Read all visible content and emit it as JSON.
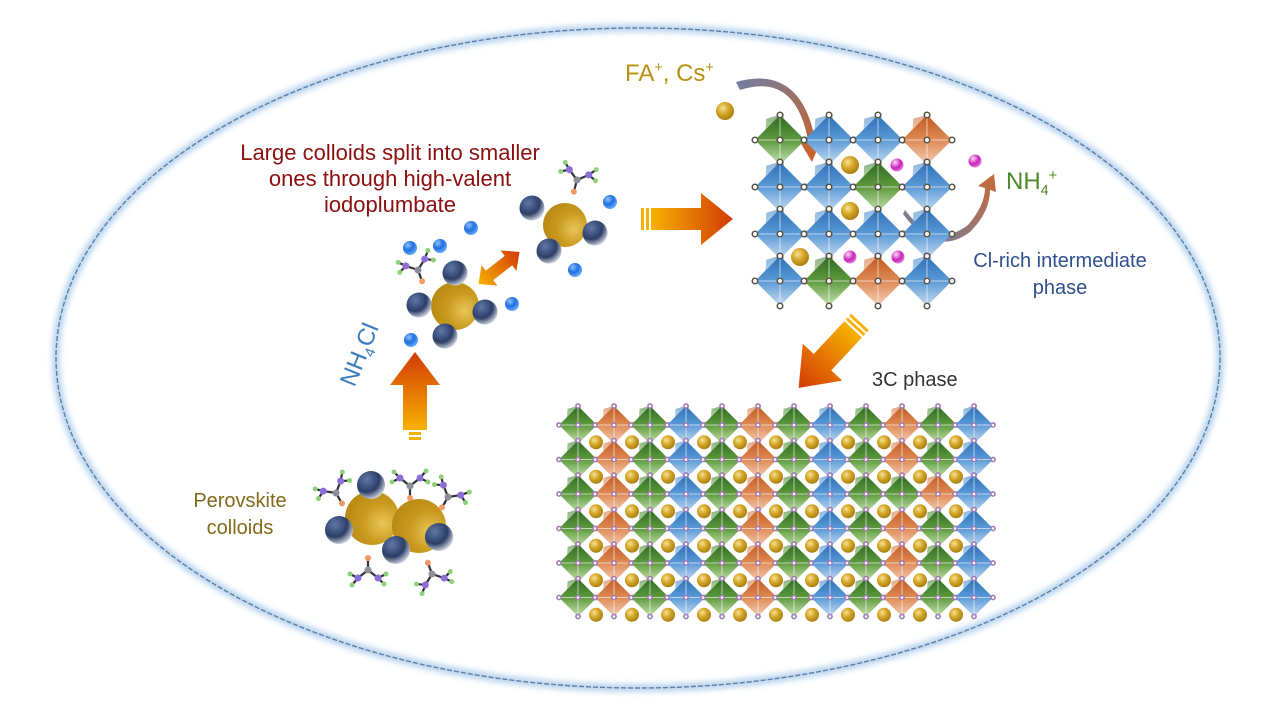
{
  "figure": {
    "type": "schematic",
    "boundary": "ellipse",
    "labels": {
      "split_text_lines": [
        "Large colloids split into smaller",
        "ones through  high-valent",
        "iodoplumbate"
      ],
      "cations_in": "FA",
      "cations_in_sup": "+",
      "cations_in_sep": ", Cs",
      "cations_in_sup2": "+",
      "ammonium_out": "NH",
      "ammonium_out_sub": "4",
      "ammonium_out_sup": "+",
      "intermediate_lines": [
        "Cl-rich intermediate",
        "phase"
      ],
      "final_phase": "3C phase",
      "start_lines": [
        "Perovskite",
        "colloids"
      ],
      "additive_main": "NH",
      "additive_sub": "4",
      "additive_tail": "Cl"
    },
    "colors": {
      "split_text": "#8b0f0f",
      "cations_text": "#b8900f",
      "ammonium_text": "#4e8a2b",
      "intermediate_text": "#2f4f8f",
      "final_text": "#333333",
      "start_text": "#85691a",
      "additive_text": "#3b7bbf",
      "ellipse_stroke": "#5a7fa8",
      "octa_blue": "#3f86c8",
      "octa_green": "#4f8a35",
      "octa_orange": "#d36f35",
      "colloid_gold": "#c99a1e",
      "ligand_navy": "#2c3e66",
      "halide_blue": "#1f6fe0",
      "ammonium_magenta": "#c81fb8",
      "arrow_start": "#f7b100",
      "arrow_end": "#d23a05"
    },
    "steps": [
      {
        "name": "perovskite-colloids",
        "next": "ammonium-chloride-addition"
      },
      {
        "name": "colloid-splitting",
        "next": "cl-rich-intermediate-phase"
      },
      {
        "name": "cl-rich-intermediate-phase",
        "next": "3c-phase"
      },
      {
        "name": "3c-phase",
        "next": null
      }
    ],
    "intermediate_lattice": {
      "rows": [
        [
          "green",
          "blue",
          "blue",
          "orange"
        ],
        [
          "blue",
          "blue",
          "green",
          "blue"
        ],
        [
          "blue",
          "blue",
          "blue",
          "blue"
        ],
        [
          "blue",
          "green",
          "orange",
          "blue"
        ]
      ]
    },
    "final_lattice": {
      "rows": [
        [
          "green",
          "orange",
          "green",
          "blue",
          "green",
          "orange",
          "green",
          "blue",
          "green",
          "orange",
          "green",
          "blue"
        ],
        [
          "green",
          "orange",
          "green",
          "blue",
          "green",
          "orange",
          "green",
          "blue",
          "green",
          "orange",
          "green",
          "blue"
        ],
        [
          "green",
          "orange",
          "green",
          "blue",
          "green",
          "orange",
          "green",
          "blue",
          "green",
          "green",
          "orange",
          "blue"
        ],
        [
          "green",
          "orange",
          "green",
          "blue",
          "green",
          "orange",
          "green",
          "blue",
          "green",
          "orange",
          "green",
          "blue"
        ],
        [
          "green",
          "orange",
          "green",
          "blue",
          "green",
          "orange",
          "green",
          "blue",
          "green",
          "orange",
          "green",
          "blue"
        ],
        [
          "green",
          "orange",
          "green",
          "blue",
          "green",
          "orange",
          "green",
          "blue",
          "green",
          "orange",
          "green",
          "blue"
        ]
      ]
    }
  }
}
